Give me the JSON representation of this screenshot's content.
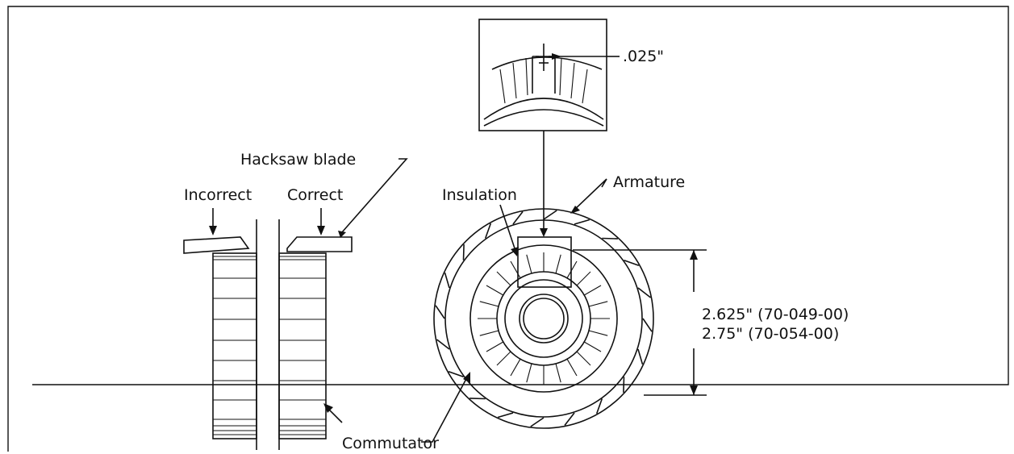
{
  "labels": {
    "hacksaw_blade": "Hacksaw blade",
    "incorrect": "Incorrect",
    "correct": "Correct",
    "commutator": "Commutator",
    "insulation": "Insulation",
    "armature": "Armature",
    "undercut_depth": ".025\"",
    "diameter_line_1": "2.625\" (70-049-00)",
    "diameter_line_2": "2.75\" (70-054-00)"
  }
}
